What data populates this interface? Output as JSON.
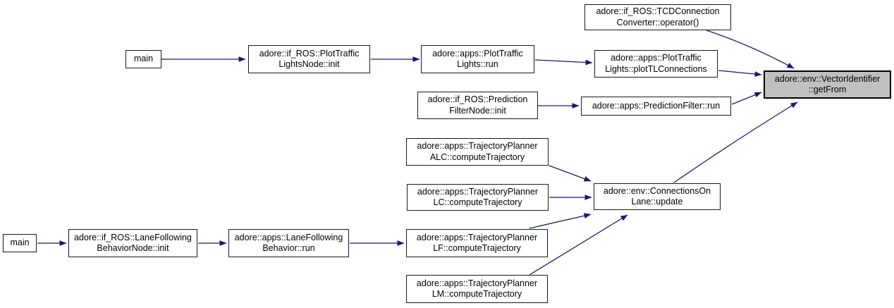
{
  "diagram_type": "doxygen-call-graph",
  "colors": {
    "edge": "#191970",
    "node_border": "#1a1a1a",
    "node_fill": "#ffffff",
    "highlight_fill": "#c0c0c0",
    "text": "#000000",
    "background": "#ffffff"
  },
  "nodes": [
    {
      "id": "tcd-connection-converter-operator",
      "label": "adore::if_ROS::TCDConnection\nConverter::operator()",
      "highlighted": false
    },
    {
      "id": "main-top",
      "label": "main",
      "highlighted": false
    },
    {
      "id": "plot-traffic-lights-node-init",
      "label": "adore::if_ROS::PlotTraffic\nLightsNode::init",
      "highlighted": false
    },
    {
      "id": "plot-traffic-lights-run",
      "label": "adore::apps::PlotTraffic\nLights::run",
      "highlighted": false
    },
    {
      "id": "plot-tl-connections",
      "label": "adore::apps::PlotTraffic\nLights::plotTLConnections",
      "highlighted": false
    },
    {
      "id": "prediction-filter-node-init",
      "label": "adore::if_ROS::Prediction\nFilterNode::init",
      "highlighted": false
    },
    {
      "id": "prediction-filter-run",
      "label": "adore::apps::PredictionFilter::run",
      "highlighted": false
    },
    {
      "id": "vector-identifier-get-from",
      "label": "adore::env::VectorIdentifier\n::getFrom",
      "highlighted": true
    },
    {
      "id": "trajectory-planner-alc-compute-trajectory",
      "label": "adore::apps::TrajectoryPlanner\nALC::computeTrajectory",
      "highlighted": false
    },
    {
      "id": "trajectory-planner-lc-compute-trajectory",
      "label": "adore::apps::TrajectoryPlanner\nLC::computeTrajectory",
      "highlighted": false
    },
    {
      "id": "connections-on-lane-update",
      "label": "adore::env::ConnectionsOn\nLane::update",
      "highlighted": false
    },
    {
      "id": "main-bottom",
      "label": "main",
      "highlighted": false
    },
    {
      "id": "lane-following-behavior-node-init",
      "label": "adore::if_ROS::LaneFollowing\nBehaviorNode::init",
      "highlighted": false
    },
    {
      "id": "lane-following-behavior-run",
      "label": "adore::apps::LaneFollowing\nBehavior::run",
      "highlighted": false
    },
    {
      "id": "trajectory-planner-lf-compute-trajectory",
      "label": "adore::apps::TrajectoryPlanner\nLF::computeTrajectory",
      "highlighted": false
    },
    {
      "id": "trajectory-planner-lm-compute-trajectory",
      "label": "adore::apps::TrajectoryPlanner\nLM::computeTrajectory",
      "highlighted": false
    }
  ],
  "edges": [
    {
      "from": "main-top",
      "to": "plot-traffic-lights-node-init"
    },
    {
      "from": "plot-traffic-lights-node-init",
      "to": "plot-traffic-lights-run"
    },
    {
      "from": "plot-traffic-lights-run",
      "to": "plot-tl-connections"
    },
    {
      "from": "tcd-connection-converter-operator",
      "to": "vector-identifier-get-from"
    },
    {
      "from": "plot-tl-connections",
      "to": "vector-identifier-get-from"
    },
    {
      "from": "prediction-filter-node-init",
      "to": "prediction-filter-run"
    },
    {
      "from": "prediction-filter-run",
      "to": "vector-identifier-get-from"
    },
    {
      "from": "connections-on-lane-update",
      "to": "vector-identifier-get-from"
    },
    {
      "from": "trajectory-planner-alc-compute-trajectory",
      "to": "connections-on-lane-update"
    },
    {
      "from": "trajectory-planner-lc-compute-trajectory",
      "to": "connections-on-lane-update"
    },
    {
      "from": "trajectory-planner-lf-compute-trajectory",
      "to": "connections-on-lane-update"
    },
    {
      "from": "trajectory-planner-lm-compute-trajectory",
      "to": "connections-on-lane-update"
    },
    {
      "from": "main-bottom",
      "to": "lane-following-behavior-node-init"
    },
    {
      "from": "lane-following-behavior-node-init",
      "to": "lane-following-behavior-run"
    },
    {
      "from": "lane-following-behavior-run",
      "to": "trajectory-planner-lf-compute-trajectory"
    }
  ]
}
